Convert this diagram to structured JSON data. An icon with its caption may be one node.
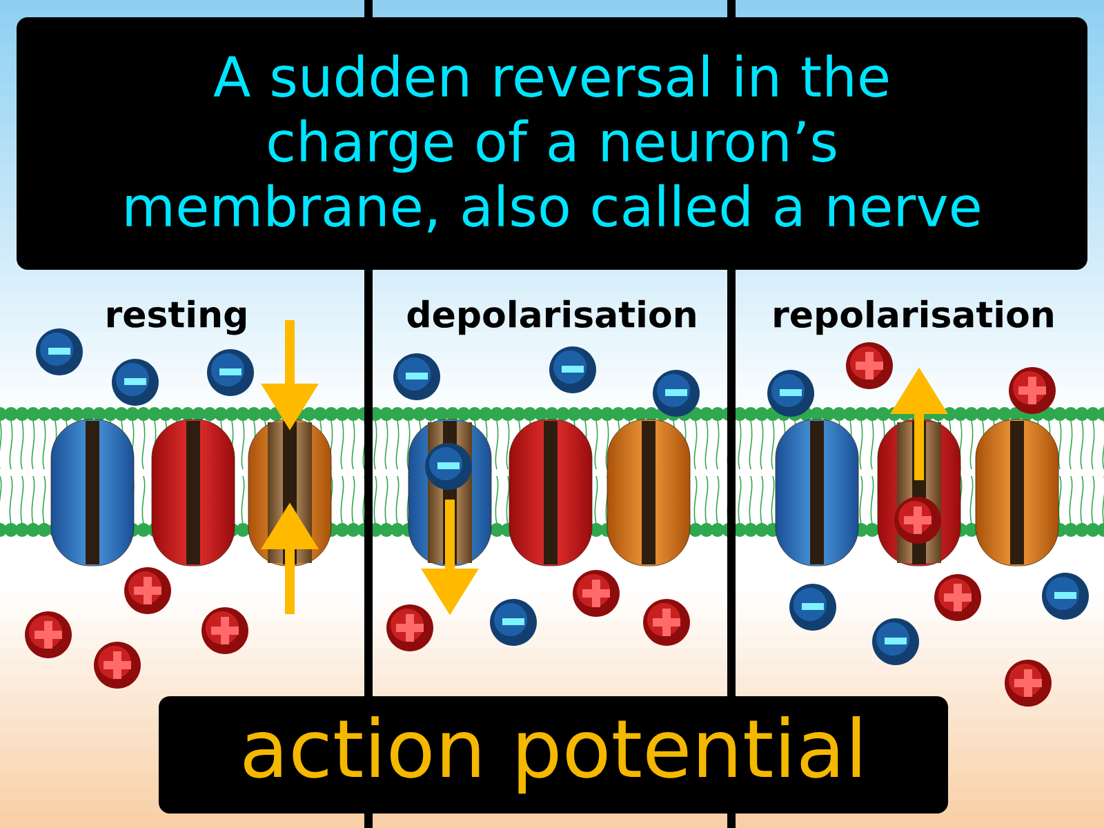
{
  "diagram": {
    "labels": [
      "A sudden reversal in the charge of a neuron’s membrane, also called a nerve",
      "resting",
      "depolarisation",
      "repolarisation",
      "action potential"
    ]
  }
}
